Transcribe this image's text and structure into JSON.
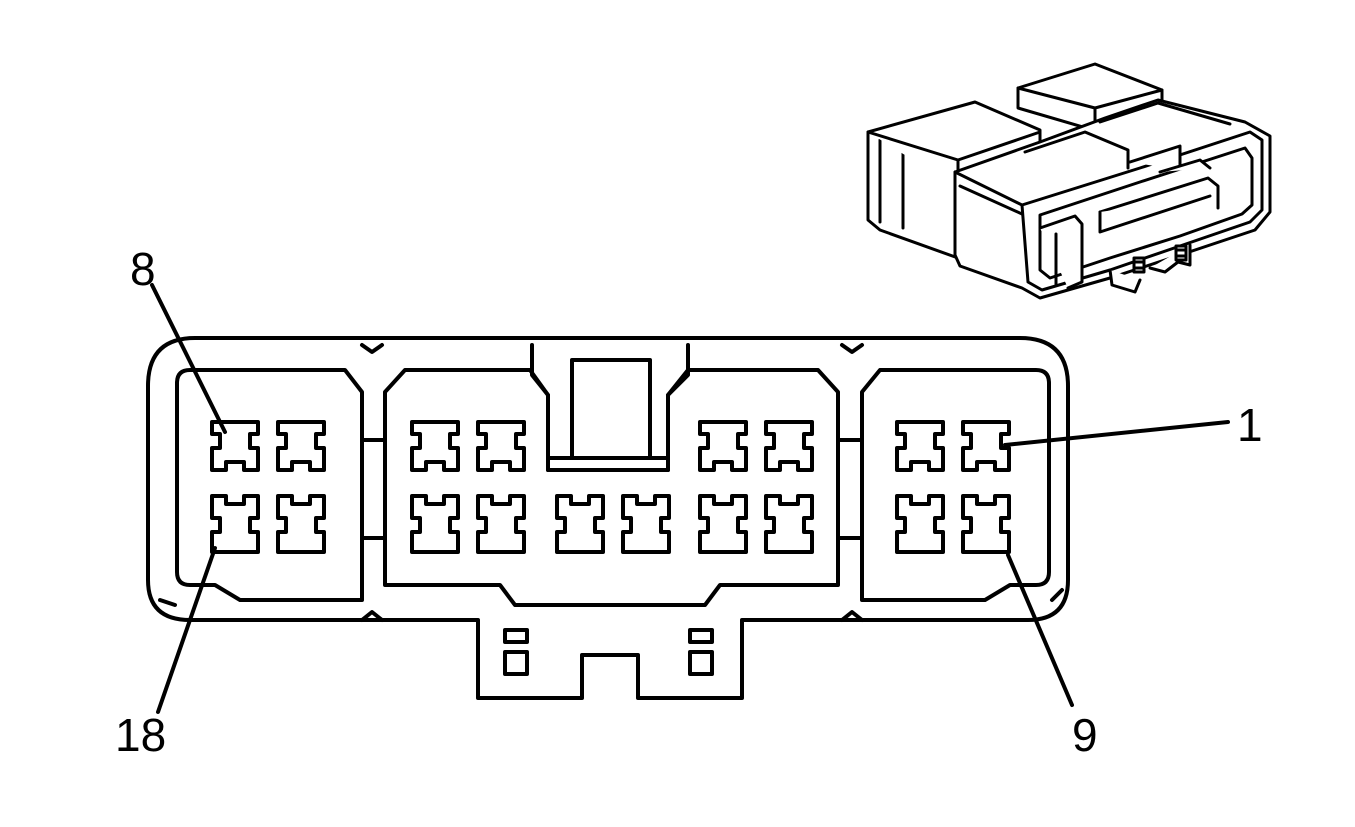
{
  "connector": {
    "pin_labels": {
      "top_left": "8",
      "bottom_left": "18",
      "top_right": "1",
      "bottom_right": "9"
    }
  },
  "colors": {
    "stroke": "#000000",
    "background": "#ffffff"
  }
}
